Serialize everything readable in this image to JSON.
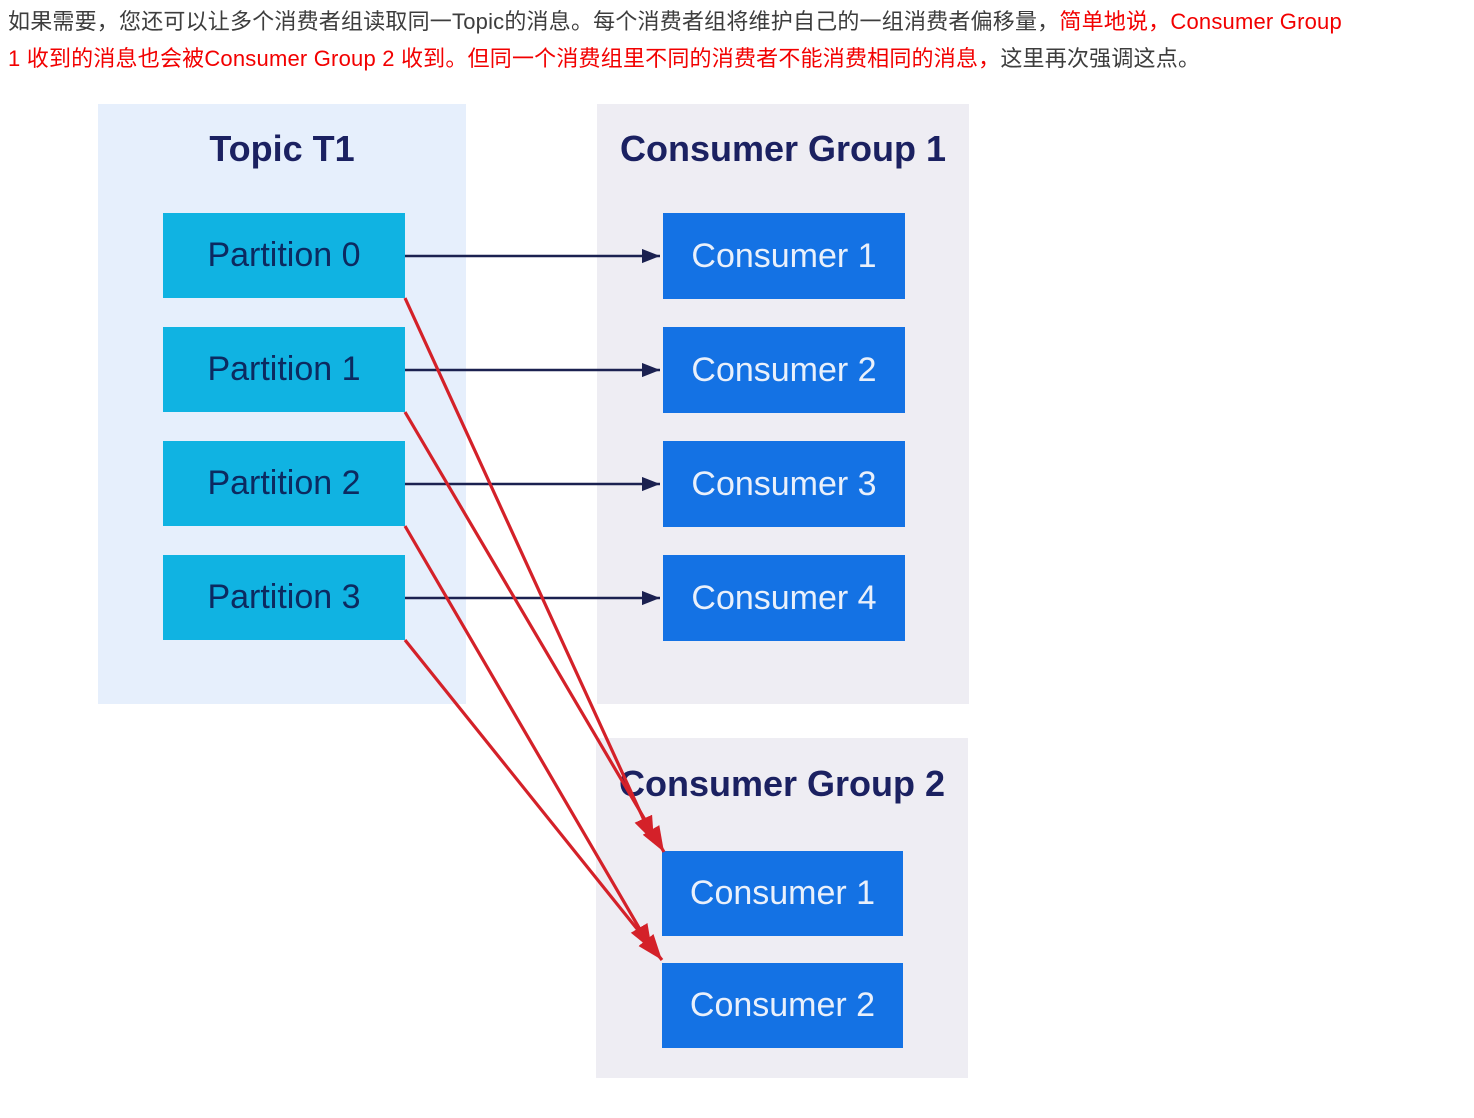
{
  "paragraph": {
    "line1": {
      "black": "如果需要，您还可以让多个消费者组读取同一Topic的消息。每个消费者组将维护自己的一组消费者偏移量，",
      "red": "简单地说，Consumer Group"
    },
    "line2": {
      "red": "1 收到的消息也会被Consumer Group 2 收到。但同一个消费组里不同的消费者不能消费相同的消息，",
      "black": "这里再次强调这点。"
    }
  },
  "diagram": {
    "topic": {
      "title": "Topic T1",
      "partitions": [
        "Partition 0",
        "Partition 1",
        "Partition 2",
        "Partition 3"
      ]
    },
    "consumer_group_1": {
      "title": "Consumer Group 1",
      "consumers": [
        "Consumer 1",
        "Consumer 2",
        "Consumer 3",
        "Consumer 4"
      ]
    },
    "consumer_group_2": {
      "title": "Consumer Group 2",
      "consumers": [
        "Consumer 1",
        "Consumer 2"
      ]
    },
    "flows": {
      "to_group_1": [
        {
          "from": "Partition 0",
          "to": "Consumer 1"
        },
        {
          "from": "Partition 1",
          "to": "Consumer 2"
        },
        {
          "from": "Partition 2",
          "to": "Consumer 3"
        },
        {
          "from": "Partition 3",
          "to": "Consumer 4"
        }
      ],
      "to_group_2": [
        {
          "from": "Partition 0",
          "to": "Consumer 1"
        },
        {
          "from": "Partition 1",
          "to": "Consumer 1"
        },
        {
          "from": "Partition 2",
          "to": "Consumer 2"
        },
        {
          "from": "Partition 3",
          "to": "Consumer 2"
        }
      ]
    },
    "colors": {
      "topic_background": "#e6effc",
      "group_background": "#eeedf3",
      "partition_fill": "#10b3e2",
      "consumer_fill": "#1472e4",
      "title_navy": "#1b2161",
      "arrow_navy": "#1b2150",
      "arrow_red": "#d42129",
      "text_black": "#3d3d3d",
      "text_red": "#f20000"
    }
  }
}
